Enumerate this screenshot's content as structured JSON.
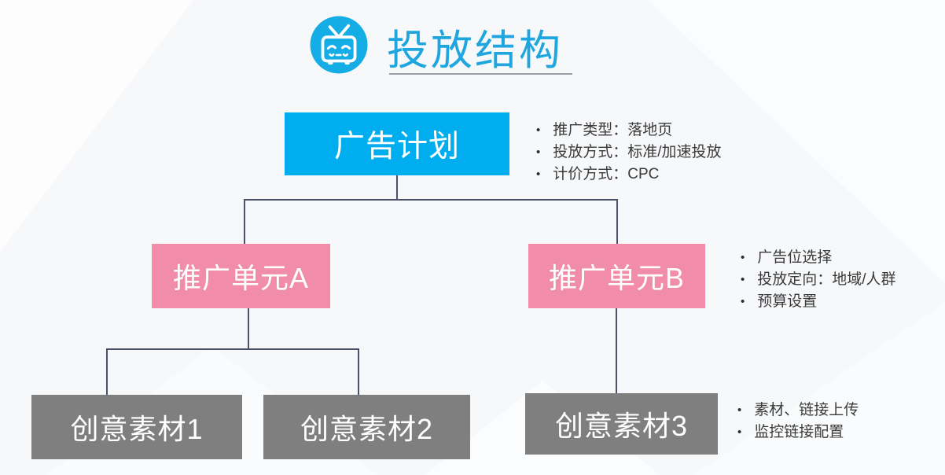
{
  "header": {
    "title": "投放结构",
    "icon": "tv-mascot-icon",
    "title_color": "#1fa6de"
  },
  "colors": {
    "plan_box": "#00aeef",
    "unit_box": "#f18cab",
    "creative_box": "#7f7f7f",
    "connector": "#4a5168",
    "note_text": "#3a3a3a",
    "background": "#f7f8fa"
  },
  "diagram": {
    "plan": {
      "label": "广告计划",
      "notes": [
        "推广类型：落地页",
        "投放方式：标准/加速投放",
        "计价方式：CPC"
      ]
    },
    "units": [
      {
        "label": "推广单元A"
      },
      {
        "label": "推广单元B"
      }
    ],
    "unit_notes": [
      "广告位选择",
      "投放定向：地域/人群",
      "预算设置"
    ],
    "creatives": [
      {
        "label": "创意素材1"
      },
      {
        "label": "创意素材2"
      },
      {
        "label": "创意素材3"
      }
    ],
    "creative_notes": [
      "素材、链接上传",
      "监控链接配置"
    ]
  },
  "bullet_glyph": "•"
}
